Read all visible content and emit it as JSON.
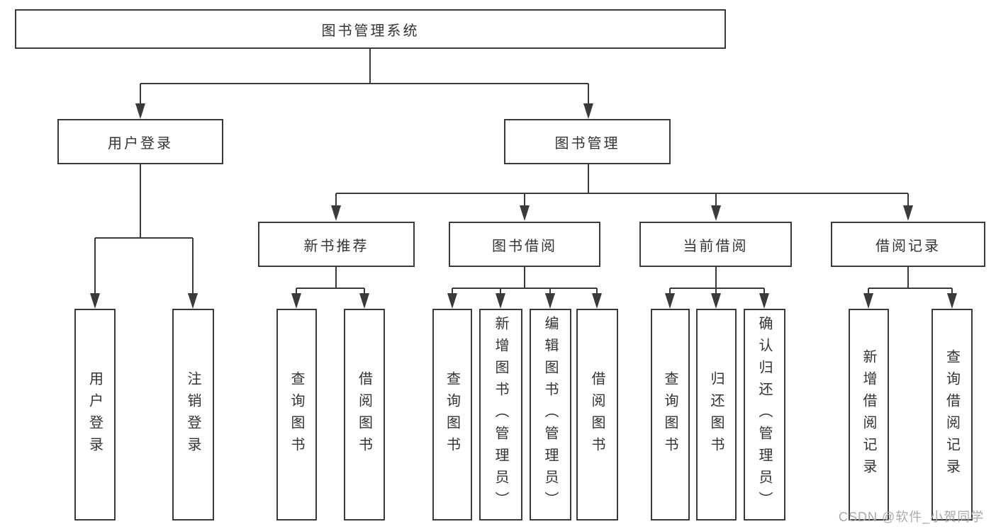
{
  "diagram_title": "图书管理系统",
  "nodes": {
    "root": "图书管理系统",
    "user_login": "用户登录",
    "book_mgmt": "图书管理",
    "new_book_rec": "新书推荐",
    "book_borrow": "图书借阅",
    "current_borrow": "当前借阅",
    "borrow_record": "借阅记录",
    "leaf_user_login": "用户登录",
    "leaf_logout": "注销登录",
    "leaf_rec_query": "查询图书",
    "leaf_rec_borrow": "借阅图书",
    "leaf_bb_query": "查询图书",
    "leaf_bb_add": "新增图书（管理员）",
    "leaf_bb_edit": "编辑图书（管理员）",
    "leaf_bb_borrow": "借阅图书",
    "leaf_cb_query": "查询图书",
    "leaf_cb_return": "归还图书",
    "leaf_cb_confirm": "确认归还（管理员）",
    "leaf_br_add": "新增借阅记录",
    "leaf_br_query": "查询借阅记录"
  },
  "hierarchy": {
    "图书管理系统": {
      "用户登录": [
        "用户登录",
        "注销登录"
      ],
      "图书管理": {
        "新书推荐": [
          "查询图书",
          "借阅图书"
        ],
        "图书借阅": [
          "查询图书",
          "新增图书（管理员）",
          "编辑图书（管理员）",
          "借阅图书"
        ],
        "当前借阅": [
          "查询图书",
          "归还图书",
          "确认归还（管理员）"
        ],
        "借阅记录": [
          "新增借阅记录",
          "查询借阅记录"
        ]
      }
    }
  },
  "watermark": "CSDN @软件_小贺同学",
  "colors": {
    "line": "#3a3a3a",
    "box_border": "#3a3a3a",
    "text": "#333333",
    "background": "#ffffff",
    "watermark": "#a9a9a9"
  }
}
